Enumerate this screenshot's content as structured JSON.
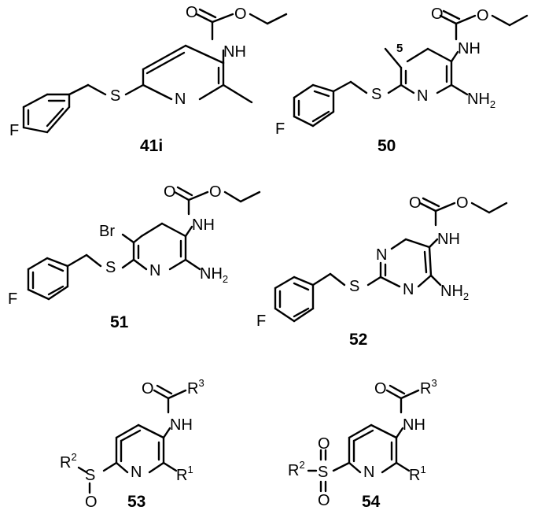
{
  "compounds": [
    {
      "id": "41i",
      "atoms": {
        "O_carbonyl": "O",
        "O_ester": "O",
        "NH": "NH",
        "N_ring": "N",
        "S": "S",
        "F": "F"
      }
    },
    {
      "id": "50",
      "position_label": "5",
      "atoms": {
        "O_carbonyl": "O",
        "O_ester": "O",
        "NH": "NH",
        "N_ring": "N",
        "S": "S",
        "F": "F",
        "NH2_main": "NH",
        "NH2_sub": "2"
      }
    },
    {
      "id": "51",
      "atoms": {
        "O_carbonyl": "O",
        "O_ester": "O",
        "NH": "NH",
        "N_ring": "N",
        "S": "S",
        "F": "F",
        "Br": "Br",
        "NH2_main": "NH",
        "NH2_sub": "2"
      }
    },
    {
      "id": "52",
      "atoms": {
        "O_carbonyl": "O",
        "O_ester": "O",
        "NH": "NH",
        "N_ring1": "N",
        "N_ring2": "N",
        "S": "S",
        "F": "F",
        "NH2_main": "NH",
        "NH2_sub": "2"
      }
    },
    {
      "id": "53",
      "atoms": {
        "O_carbonyl": "O",
        "R3": "R",
        "R3_sup": "3",
        "NH": "NH",
        "N_ring": "N",
        "R1": "R",
        "R1_sup": "1",
        "R2": "R",
        "R2_sup": "2",
        "S": "S",
        "O_sulfinyl": "O"
      }
    },
    {
      "id": "54",
      "atoms": {
        "O_carbonyl": "O",
        "R3": "R",
        "R3_sup": "3",
        "NH": "NH",
        "N_ring": "N",
        "R1": "R",
        "R1_sup": "1",
        "R2": "R",
        "R2_sup": "2",
        "S": "S",
        "O_sulfonyl_top": "O",
        "O_sulfonyl_bottom": "O"
      }
    }
  ]
}
